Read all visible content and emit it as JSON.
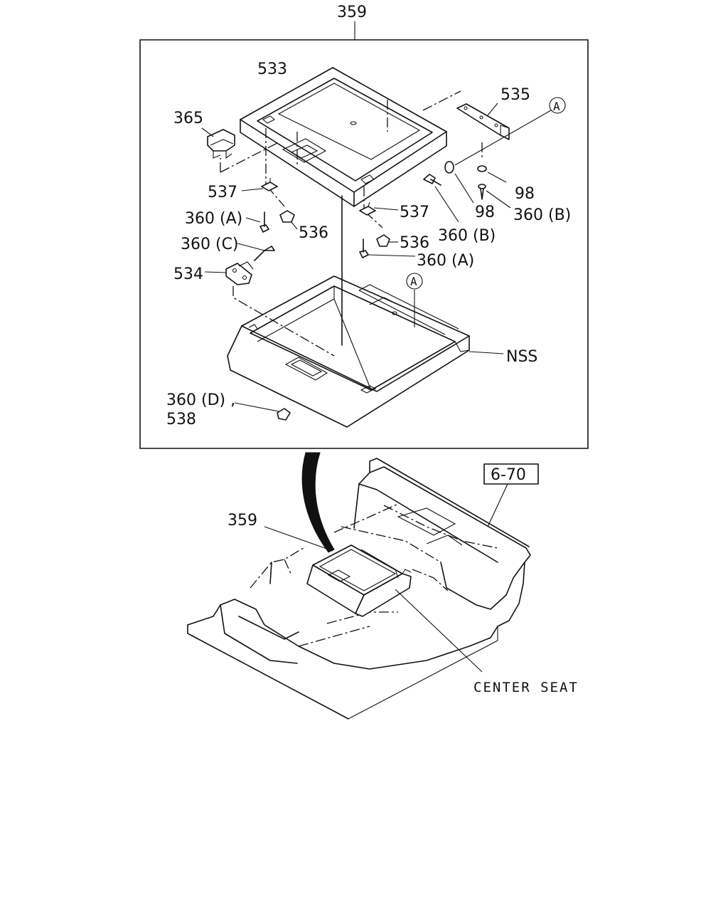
{
  "callouts": {
    "assembly_top": "359",
    "upper_lid": "533",
    "switch": "365",
    "bracket_right": "535",
    "ref_a_top": "A",
    "ref_a_mid": "A",
    "hinge_left": "537",
    "hinge_right": "537",
    "screw_a_left": "360 (A)",
    "clip_left": "536",
    "clip_right": "536",
    "screw_a_right": "360 (A)",
    "screw_c": "360 (C)",
    "latch": "534",
    "washer_left": "98",
    "washer_right": "98",
    "screw_b_left": "360 (B)",
    "screw_b_right": "360 (B)",
    "nss": "NSS",
    "fastener_d": "360 (D) ,",
    "fastener_538": "538",
    "page_ref": "6-70",
    "assembly_bottom": "359",
    "center_seat": "CENTER SEAT"
  },
  "colors": {
    "line": "#111111",
    "background": "#ffffff"
  }
}
